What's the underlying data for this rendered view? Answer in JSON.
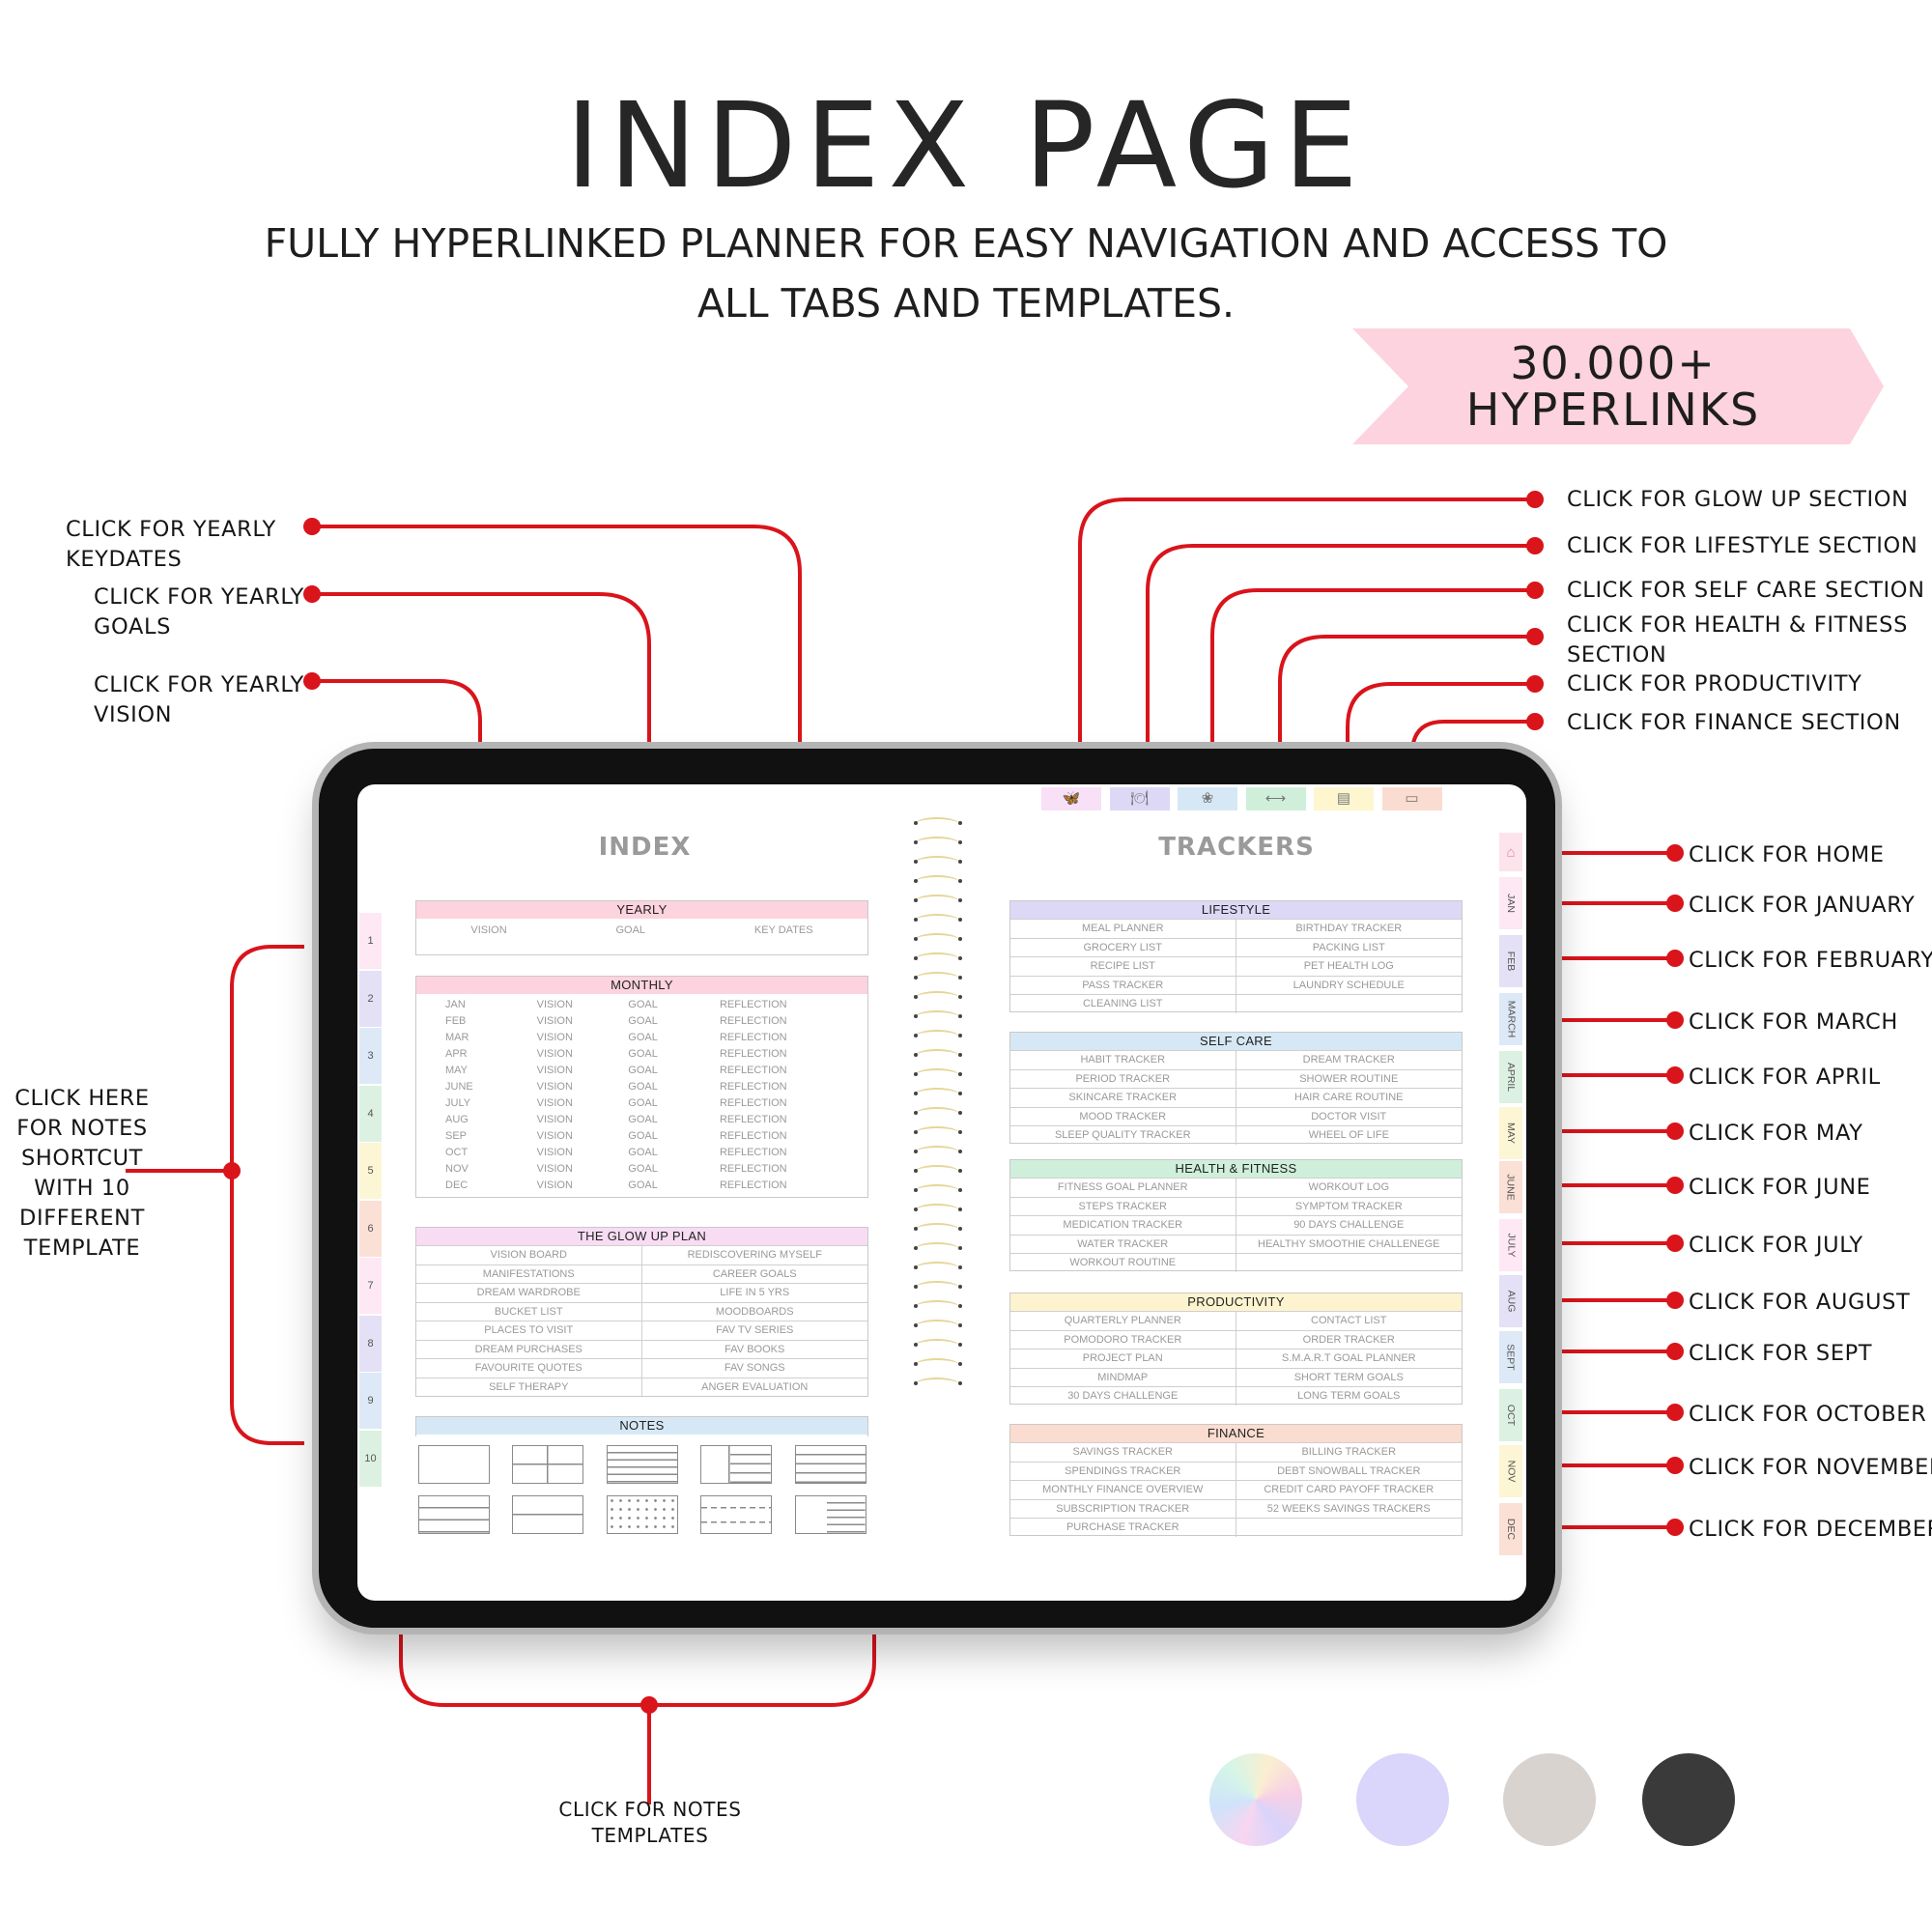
{
  "header": {
    "title": "INDEX PAGE",
    "subtitle_line1": "FULLY HYPERLINKED PLANNER FOR EASY NAVIGATION AND ACCESS TO",
    "subtitle_line2": "ALL TABS AND TEMPLATES.",
    "badge_line1": "30.000+",
    "badge_line2": "HYPERLINKS",
    "badge_color": "#fcd3de"
  },
  "callouts_left": {
    "keydates_l1": "CLICK FOR YEARLY",
    "keydates_l2": "KEYDATES",
    "goals_l1": "CLICK FOR YEARLY",
    "goals_l2": "GOALS",
    "vision_l1": "CLICK FOR YEARLY",
    "vision_l2": "VISION",
    "notes_shortcut": [
      "CLICK HERE",
      "FOR NOTES",
      "SHORTCUT",
      "WITH 10",
      "DIFFERENT",
      "TEMPLATE"
    ],
    "notes_templates_l1": "CLICK FOR NOTES",
    "notes_templates_l2": "TEMPLATES"
  },
  "callouts_top_right": [
    "CLICK FOR GLOW UP SECTION",
    "CLICK FOR LIFESTYLE SECTION",
    "CLICK FOR SELF CARE SECTION",
    "CLICK FOR HEALTH & FITNESS",
    "SECTION",
    "CLICK FOR PRODUCTIVITY",
    "CLICK FOR FINANCE SECTION"
  ],
  "callouts_right": [
    "CLICK FOR HOME",
    "CLICK FOR JANUARY",
    "CLICK FOR FEBRUARY",
    "CLICK FOR MARCH",
    "CLICK FOR APRIL",
    "CLICK FOR MAY",
    "CLICK FOR JUNE",
    "CLICK FOR JULY",
    "CLICK FOR AUGUST",
    "CLICK FOR SEPT",
    "CLICK FOR OCTOBER",
    "CLICK FOR NOVEMBER",
    "CLICK FOR DECEMBER"
  ],
  "left_page": {
    "title": "INDEX",
    "yearly": {
      "heading": "YEARLY",
      "items": [
        "VISION",
        "GOAL",
        "KEY DATES"
      ]
    },
    "monthly": {
      "heading": "MONTHLY",
      "months": [
        "JAN",
        "FEB",
        "MAR",
        "APR",
        "MAY",
        "JUNE",
        "JULY",
        "AUG",
        "SEP",
        "OCT",
        "NOV",
        "DEC"
      ],
      "col_vision": "VISION",
      "col_goal": "GOAL",
      "col_reflection": "REFLECTION"
    },
    "glow_up": {
      "heading": "THE GLOW UP PLAN",
      "items": [
        "VISION BOARD",
        "REDISCOVERING MYSELF",
        "MANIFESTATIONS",
        "CAREER GOALS",
        "DREAM WARDROBE",
        "LIFE IN 5 YRS",
        "BUCKET LIST",
        "MOODBOARDS",
        "PLACES TO VISIT",
        "FAV TV SERIES",
        "DREAM PURCHASES",
        "FAV BOOKS",
        "FAVOURITE QUOTES",
        "FAV SONGS",
        "SELF THERAPY",
        "ANGER EVALUATION"
      ]
    },
    "notes": {
      "heading": "NOTES"
    }
  },
  "left_tabs": [
    "1",
    "2",
    "3",
    "4",
    "5",
    "6",
    "7",
    "8",
    "9",
    "10"
  ],
  "left_tab_colors": [
    "#fde8f4",
    "#e4e0f5",
    "#dde9f6",
    "#dcf1e2",
    "#fdf6d4",
    "#fbe0d6",
    "#fde8f4",
    "#e4e0f5",
    "#dde9f6",
    "#dcf1e2"
  ],
  "right_page": {
    "title": "TRACKERS",
    "lifestyle": {
      "heading": "LIFESTYLE",
      "items": [
        "MEAL PLANNER",
        "BIRTHDAY TRACKER",
        "GROCERY LIST",
        "PACKING LIST",
        "RECIPE LIST",
        "PET HEALTH LOG",
        "PASS TRACKER",
        "LAUNDRY SCHEDULE",
        "CLEANING LIST",
        ""
      ]
    },
    "self_care": {
      "heading": "SELF CARE",
      "items": [
        "HABIT TRACKER",
        "DREAM TRACKER",
        "PERIOD TRACKER",
        "SHOWER ROUTINE",
        "SKINCARE TRACKER",
        "HAIR CARE ROUTINE",
        "MOOD TRACKER",
        "DOCTOR VISIT",
        "SLEEP QUALITY TRACKER",
        "WHEEL OF LIFE"
      ]
    },
    "health": {
      "heading": "HEALTH & FITNESS",
      "items": [
        "FITNESS GOAL PLANNER",
        "WORKOUT LOG",
        "STEPS TRACKER",
        "SYMPTOM TRACKER",
        "MEDICATION TRACKER",
        "90 DAYS CHALLENGE",
        "WATER TRACKER",
        "HEALTHY SMOOTHIE CHALLENEGE",
        "WORKOUT ROUTINE",
        ""
      ]
    },
    "productivity": {
      "heading": "PRODUCTIVITY",
      "items": [
        "QUARTERLY PLANNER",
        "CONTACT LIST",
        "POMODORO TRACKER",
        "ORDER TRACKER",
        "PROJECT PLAN",
        "S.M.A.R.T GOAL PLANNER",
        "MINDMAP",
        "SHORT TERM GOALS",
        "30 DAYS CHALLENGE",
        "LONG TERM GOALS"
      ]
    },
    "finance": {
      "heading": "FINANCE",
      "items": [
        "SAVINGS TRACKER",
        "BILLING TRACKER",
        "SPENDINGS TRACKER",
        "DEBT SNOWBALL TRACKER",
        "MONTHLY FINANCE OVERVIEW",
        "CREDIT CARD PAYOFF TRACKER",
        "SUBSCRIPTION TRACKER",
        "52 WEEKS SAVINGS TRACKERS",
        "PURCHASE TRACKER",
        ""
      ]
    }
  },
  "section_colors": {
    "yearly": "#fcd3de",
    "monthly": "#fcd3de",
    "glow_up": "#f7dcf3",
    "notes": "#d6e8f5",
    "lifestyle": "#dcd8f6",
    "self_care": "#d6e8f5",
    "health": "#cfefdb",
    "productivity": "#fdf4cf",
    "finance": "#fbdcd0"
  },
  "top_tabs": [
    {
      "icon": "butterfly-icon",
      "glyph": "🦋",
      "color": "#f8e0f6"
    },
    {
      "icon": "dining-icon",
      "glyph": "🍽",
      "color": "#dcd8f6"
    },
    {
      "icon": "flower-icon",
      "glyph": "❀",
      "color": "#d6e8f5"
    },
    {
      "icon": "dumbbell-icon",
      "glyph": "⟷",
      "color": "#cfefdb"
    },
    {
      "icon": "save-icon",
      "glyph": "▤",
      "color": "#fdf6cf"
    },
    {
      "icon": "money-icon",
      "glyph": "▭",
      "color": "#fbdcd0"
    }
  ],
  "month_tabs": [
    {
      "label": "⌂",
      "color": "#fde3ec"
    },
    {
      "label": "JAN",
      "color": "#fde8f4"
    },
    {
      "label": "FEB",
      "color": "#e4e0f5"
    },
    {
      "label": "MARCH",
      "color": "#dde9f6"
    },
    {
      "label": "APRIL",
      "color": "#dcf1e2"
    },
    {
      "label": "MAY",
      "color": "#fdf6d4"
    },
    {
      "label": "JUNE",
      "color": "#fbe0d6"
    },
    {
      "label": "JULY",
      "color": "#fde8f4"
    },
    {
      "label": "AUG",
      "color": "#e4e0f5"
    },
    {
      "label": "SEPT",
      "color": "#dde9f6"
    },
    {
      "label": "OCT",
      "color": "#dcf1e2"
    },
    {
      "label": "NOV",
      "color": "#fdf6d4"
    },
    {
      "label": "DEC",
      "color": "#fbe0d6"
    }
  ],
  "accent_red": "#d9141b",
  "swatches": [
    "holographic",
    "#d9d5fb",
    "#d9d3cf",
    "#3a3a3a"
  ]
}
